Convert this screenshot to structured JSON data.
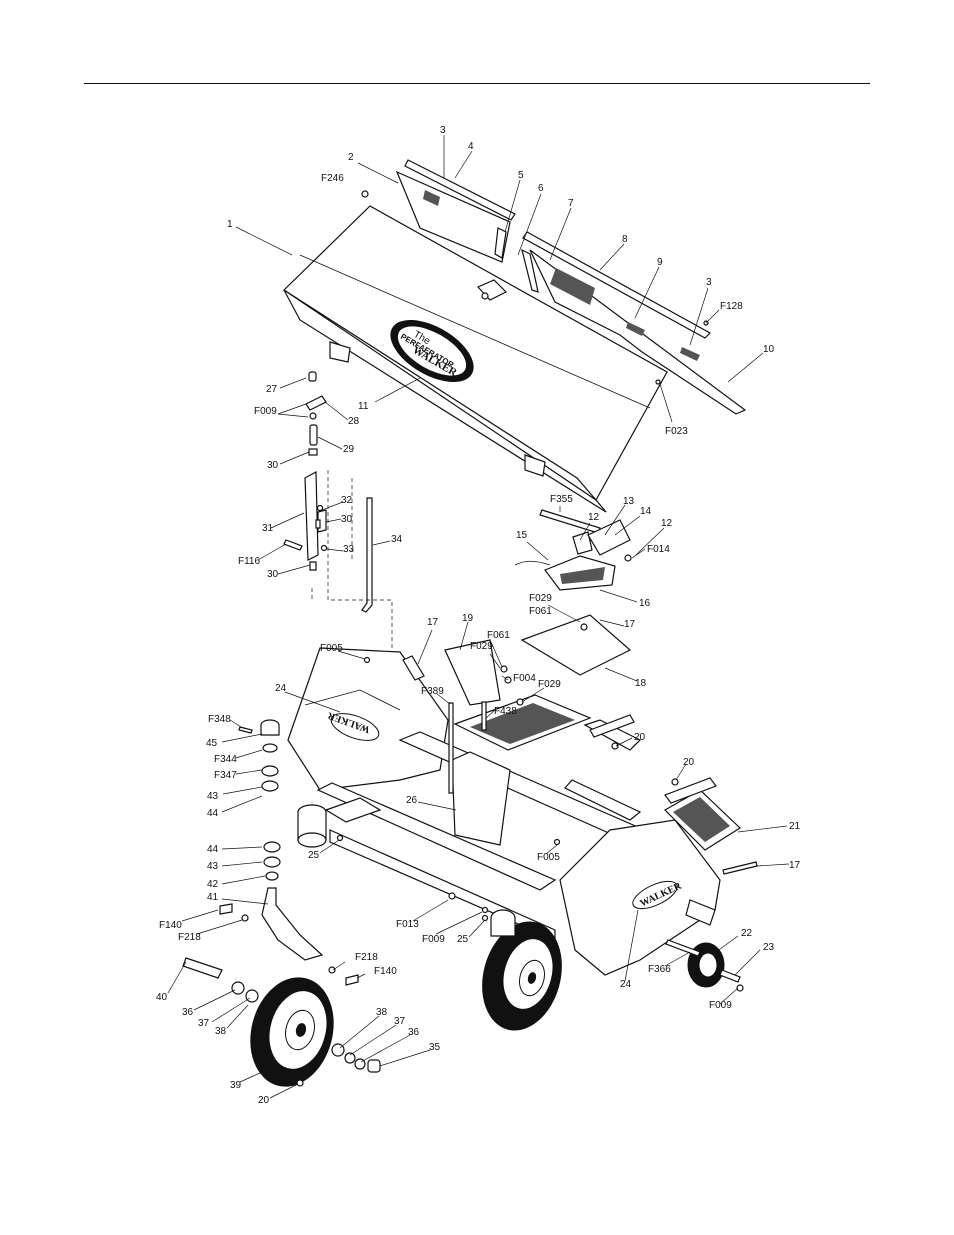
{
  "labels": {
    "l3a": "3",
    "l4": "4",
    "l2": "2",
    "lF246": "F246",
    "l5": "5",
    "l6": "6",
    "l7": "7",
    "l8": "8",
    "l1": "1",
    "l9": "9",
    "l3b": "3",
    "lF128": "F128",
    "l10": "10",
    "l27": "27",
    "lF009a": "F009",
    "l28": "28",
    "l11": "11",
    "lF023": "F023",
    "l29": "29",
    "l30a": "30",
    "lF355": "F355",
    "l13": "13",
    "l32": "32",
    "l14": "14",
    "l12a": "12",
    "l30b": "30",
    "l12b": "12",
    "l31": "31",
    "l34": "34",
    "l15": "15",
    "lF014": "F014",
    "lF116": "F116",
    "l33": "33",
    "l30c": "30",
    "l16": "16",
    "lF029a": "F029",
    "lF061a": "F061",
    "l17a": "17",
    "l19": "19",
    "l17b": "17",
    "lF005a": "F005",
    "lF061b": "F061",
    "lF029b": "F029",
    "lF004": "F004",
    "l18": "18",
    "l24a": "24",
    "lF389": "F389",
    "lF029c": "F029",
    "lF348": "F348",
    "lF438": "F438",
    "l45": "45",
    "l20a": "20",
    "lF344": "F344",
    "l20b": "20",
    "lF347": "F347",
    "l43a": "43",
    "l44a": "44",
    "l26": "26",
    "l21": "21",
    "l44b": "44",
    "l25a": "25",
    "lF005b": "F005",
    "l43b": "43",
    "l17c": "17",
    "l42": "42",
    "l41": "41",
    "lF013": "F013",
    "lF140a": "F140",
    "lF009b": "F009",
    "l25b": "25",
    "lF218a": "F218",
    "l22": "22",
    "l23": "23",
    "lF366": "F366",
    "lF218b": "F218",
    "lF140b": "F140",
    "l24b": "24",
    "l40": "40",
    "lF009c": "F009",
    "l36a": "36",
    "l38a": "38",
    "l37a": "37",
    "l38b": "38",
    "l37b": "37",
    "l36b": "36",
    "l35": "35",
    "l39": "39",
    "l20c": "20"
  },
  "decal": {
    "the": "The",
    "product": "PERFAERATOR",
    "brand": "WALKER",
    "side_brand": "WALKER"
  }
}
